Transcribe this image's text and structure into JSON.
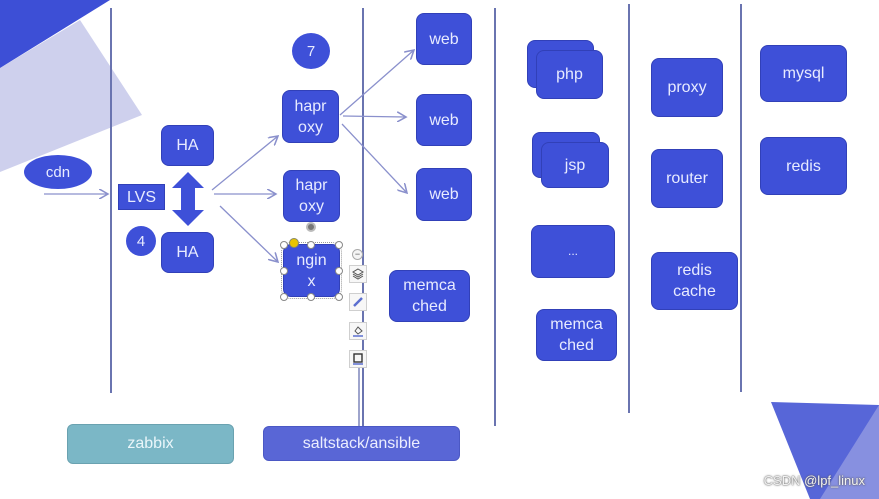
{
  "colors": {
    "node": "#3e50d8",
    "node_text": "#e8ebff",
    "line": "#6a74b0",
    "arrow": "#8a90cc",
    "zabbix": "#7bb7c6",
    "saltstack": "#5966d6",
    "triangle_dark": "#3d4fd6",
    "triangle_light": "#c5c8ea"
  },
  "nodes": {
    "cdn": "cdn",
    "lvs": "LVS",
    "ha_top": "HA",
    "ha_bottom": "HA",
    "badge_4": "4",
    "badge_7": "7",
    "haproxy_1": "hapr\noxy",
    "haproxy_2": "hapr\noxy",
    "nginx": "ngin\nx",
    "web_1": "web",
    "web_2": "web",
    "web_3": "web",
    "memcached_1": "memca\nched",
    "php": "php",
    "jsp": "jsp",
    "ellipsis": "...",
    "memcached_2": "memca\nched",
    "proxy": "proxy",
    "router": "router",
    "redis_cache": "redis\ncache",
    "mysql": "mysql",
    "redis": "redis"
  },
  "bottom": {
    "zabbix": "zabbix",
    "saltstack": "saltstack/ansible"
  },
  "toolbar": {
    "items": [
      "collapse-button",
      "layers-button",
      "pen-button",
      "fill-button",
      "outline-button"
    ]
  },
  "watermark": "CSDN @lpf_linux"
}
